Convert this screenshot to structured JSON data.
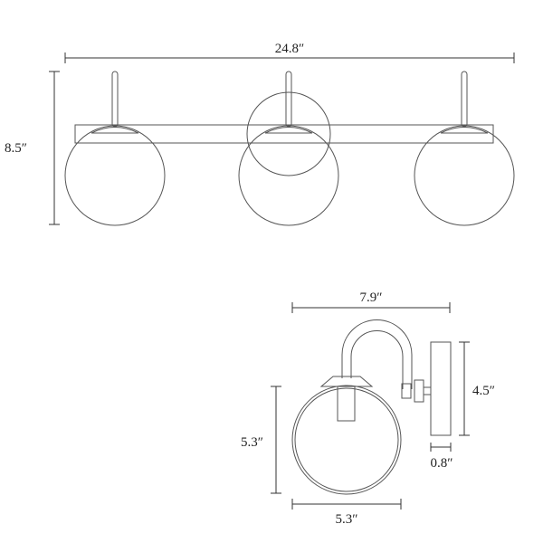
{
  "front_view": {
    "width_label": "24.8″",
    "height_label": "8.5″"
  },
  "side_view": {
    "depth_label": "7.9″",
    "backplate_height_label": "4.5″",
    "backplate_depth_label": "0.8″",
    "globe_height_label": "5.3″",
    "globe_width_label": "5.3″"
  },
  "colors": {
    "line": "#555555",
    "dimension": "#333333",
    "background": "#ffffff"
  }
}
